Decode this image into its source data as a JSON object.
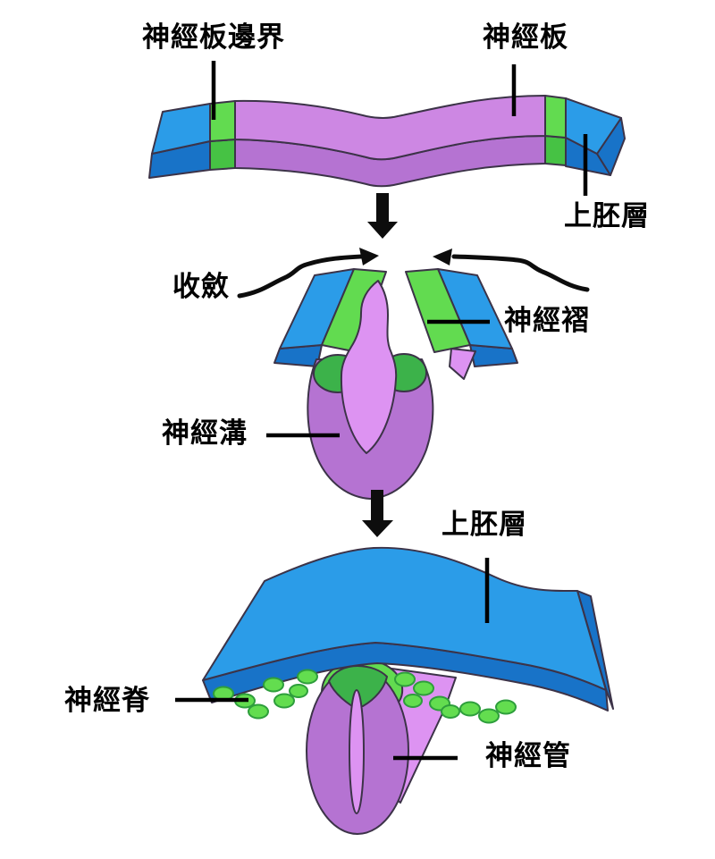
{
  "diagram": {
    "stage1": {
      "neural_plate_border": "神經板邊界",
      "neural_plate": "神經板",
      "epiblast": "上胚層"
    },
    "stage2": {
      "convergence": "收斂",
      "neural_fold": "神經褶",
      "neural_groove": "神經溝"
    },
    "stage3": {
      "epiblast": "上胚層",
      "neural_crest": "神經脊",
      "neural_tube": "神經管"
    }
  },
  "icons": {
    "down_arrow": "thick black down arrow (⬇)",
    "convergence_arrow_left": "curved arrow pointing right toward midline",
    "convergence_arrow_right": "curved arrow pointing left toward midline"
  },
  "colors": {
    "epiblast_blue": "#2b9ce8",
    "epiblast_blue_dark": "#1873c8",
    "border_green": "#62db50",
    "border_green_front": "#46c244",
    "border_green_dark": "#3cb24a",
    "plate_purple": "#cd87e3",
    "plate_purple_dark": "#b573d2",
    "lumen_purple_light": "#dd93f2",
    "outline": "#3c3348",
    "arrow_black": "#0d0d0d",
    "label_black": "#000000",
    "background": "#ffffff"
  }
}
